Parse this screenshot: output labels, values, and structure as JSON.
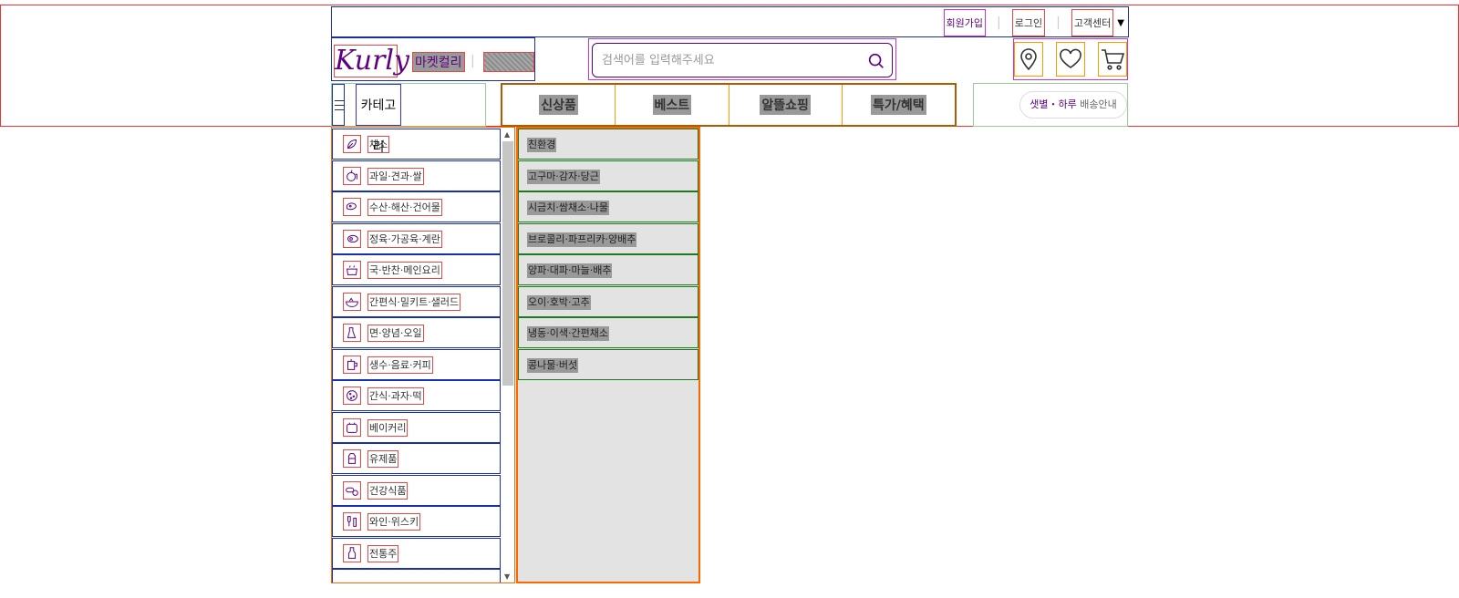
{
  "top_links": {
    "join": "회원가입",
    "login": "로그인",
    "support": "고객센터"
  },
  "logo": {
    "text": "Kurly"
  },
  "tabs": {
    "market": "마켓컬리"
  },
  "search": {
    "placeholder": "검색어를 입력해주세요"
  },
  "gnb": {
    "category_label": "카테고리",
    "menu": [
      "신상품",
      "베스트",
      "알뜰쇼핑",
      "특가/혜택"
    ],
    "delivery": {
      "highlight": "샛별・하루",
      "rest": " 배송안내"
    }
  },
  "categories": [
    {
      "label": "채소",
      "icon": "vegetable-icon"
    },
    {
      "label": "과일·견과·쌀",
      "icon": "fruit-icon"
    },
    {
      "label": "수산·해산·건어물",
      "icon": "seafood-icon"
    },
    {
      "label": "정육·가공육·계란",
      "icon": "meat-icon"
    },
    {
      "label": "국·반찬·메인요리",
      "icon": "pot-icon"
    },
    {
      "label": "간편식·밀키트·샐러드",
      "icon": "salad-icon"
    },
    {
      "label": "면·양념·오일",
      "icon": "noodle-icon"
    },
    {
      "label": "생수·음료·커피",
      "icon": "drink-icon"
    },
    {
      "label": "간식·과자·떡",
      "icon": "cookie-icon"
    },
    {
      "label": "베이커리",
      "icon": "bread-icon"
    },
    {
      "label": "유제품",
      "icon": "milk-icon"
    },
    {
      "label": "건강식품",
      "icon": "pill-icon"
    },
    {
      "label": "와인·위스키",
      "icon": "wine-icon"
    },
    {
      "label": "전통주",
      "icon": "liquor-icon"
    }
  ],
  "subcategories": [
    "친환경",
    "고구마·감자·당근",
    "시금치·쌈채소·나물",
    "브로콜리·파프리카·양배추",
    "양파·대파·마늘·배추",
    "오이·호박·고추",
    "냉동·이색·간편채소",
    "콩나물·버섯"
  ],
  "colors": {
    "brand": "#5f0080"
  }
}
